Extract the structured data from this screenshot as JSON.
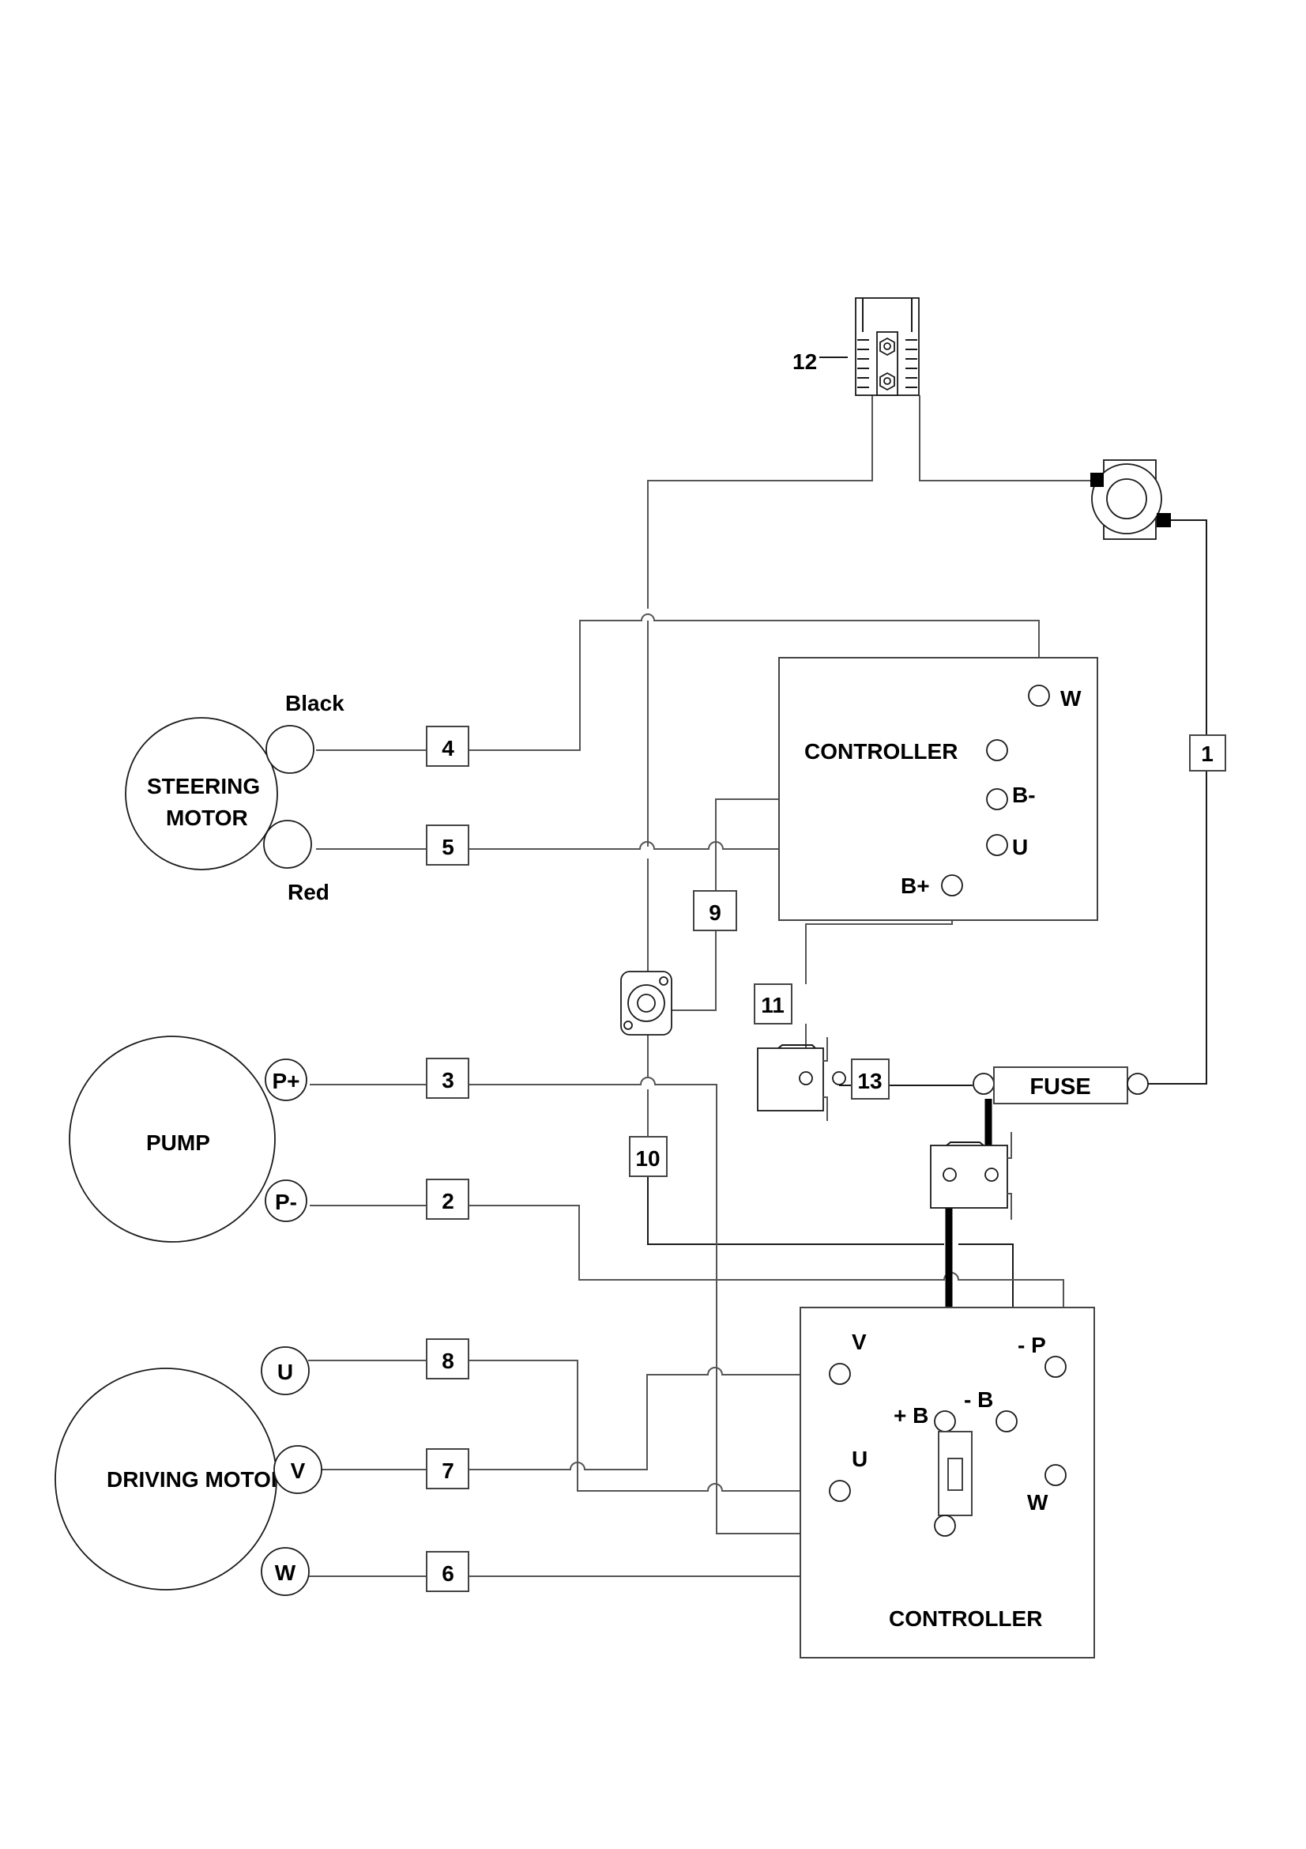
{
  "diagram": {
    "type": "wiring-diagram",
    "components": {
      "steering_motor": {
        "label_line1": "STEERING",
        "label_line2": "MOTOR",
        "terminal_top": "Black",
        "terminal_bottom": "Red"
      },
      "pump": {
        "label": "PUMP",
        "terminal_pos": "P+",
        "terminal_neg": "P-"
      },
      "driving_motor": {
        "label": "DRIVING MOTOR",
        "terminal_u": "U",
        "terminal_v": "V",
        "terminal_w": "W"
      },
      "upper_controller": {
        "label": "CONTROLLER",
        "terminals": {
          "w": "W",
          "b_minus": "B-",
          "u": "U",
          "b_plus": "B+"
        }
      },
      "lower_controller": {
        "label": "CONTROLLER",
        "terminals": {
          "v": "V",
          "u": "U",
          "w": "W",
          "plus_b": "+ B",
          "minus_b": "- B",
          "minus_p": "- P"
        }
      },
      "fuse": {
        "label": "FUSE"
      },
      "battery_connector": {
        "callout": "12"
      }
    },
    "wire_numbers": {
      "w1": "1",
      "w2": "2",
      "w3": "3",
      "w4": "4",
      "w5": "5",
      "w6": "6",
      "w7": "7",
      "w8": "8",
      "w9": "9",
      "w10": "10",
      "w11": "11",
      "w13": "13"
    }
  }
}
